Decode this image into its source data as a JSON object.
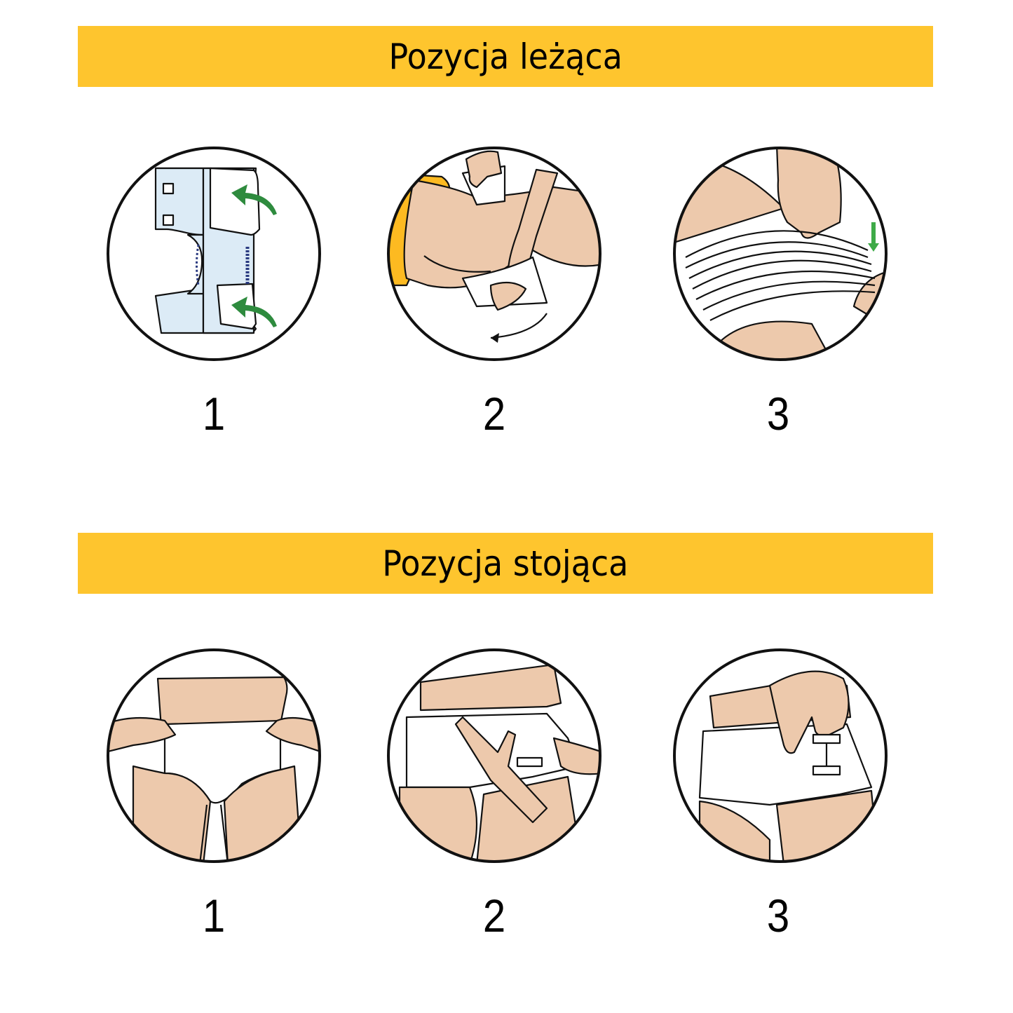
{
  "colors": {
    "banner": "#FEC52E",
    "skin": "#EDC9AC",
    "diaper_blue": "#DCEBF6",
    "arrow_green": "#2E8B3E",
    "outline": "#111111",
    "garment_yellow": "#FDBA21"
  },
  "sections": [
    {
      "title": "Pozycja leżąca",
      "steps": [
        {
          "number": "1",
          "illustration": "diaper-open-fold-wings-icon"
        },
        {
          "number": "2",
          "illustration": "roll-patient-place-diaper-icon"
        },
        {
          "number": "3",
          "illustration": "fasten-tabs-lying-icon"
        }
      ]
    },
    {
      "title": "Pozycja stojąca",
      "steps": [
        {
          "number": "1",
          "illustration": "hold-diaper-front-standing-icon"
        },
        {
          "number": "2",
          "illustration": "wrap-diaper-around-icon"
        },
        {
          "number": "3",
          "illustration": "fasten-tabs-standing-icon"
        }
      ]
    }
  ]
}
